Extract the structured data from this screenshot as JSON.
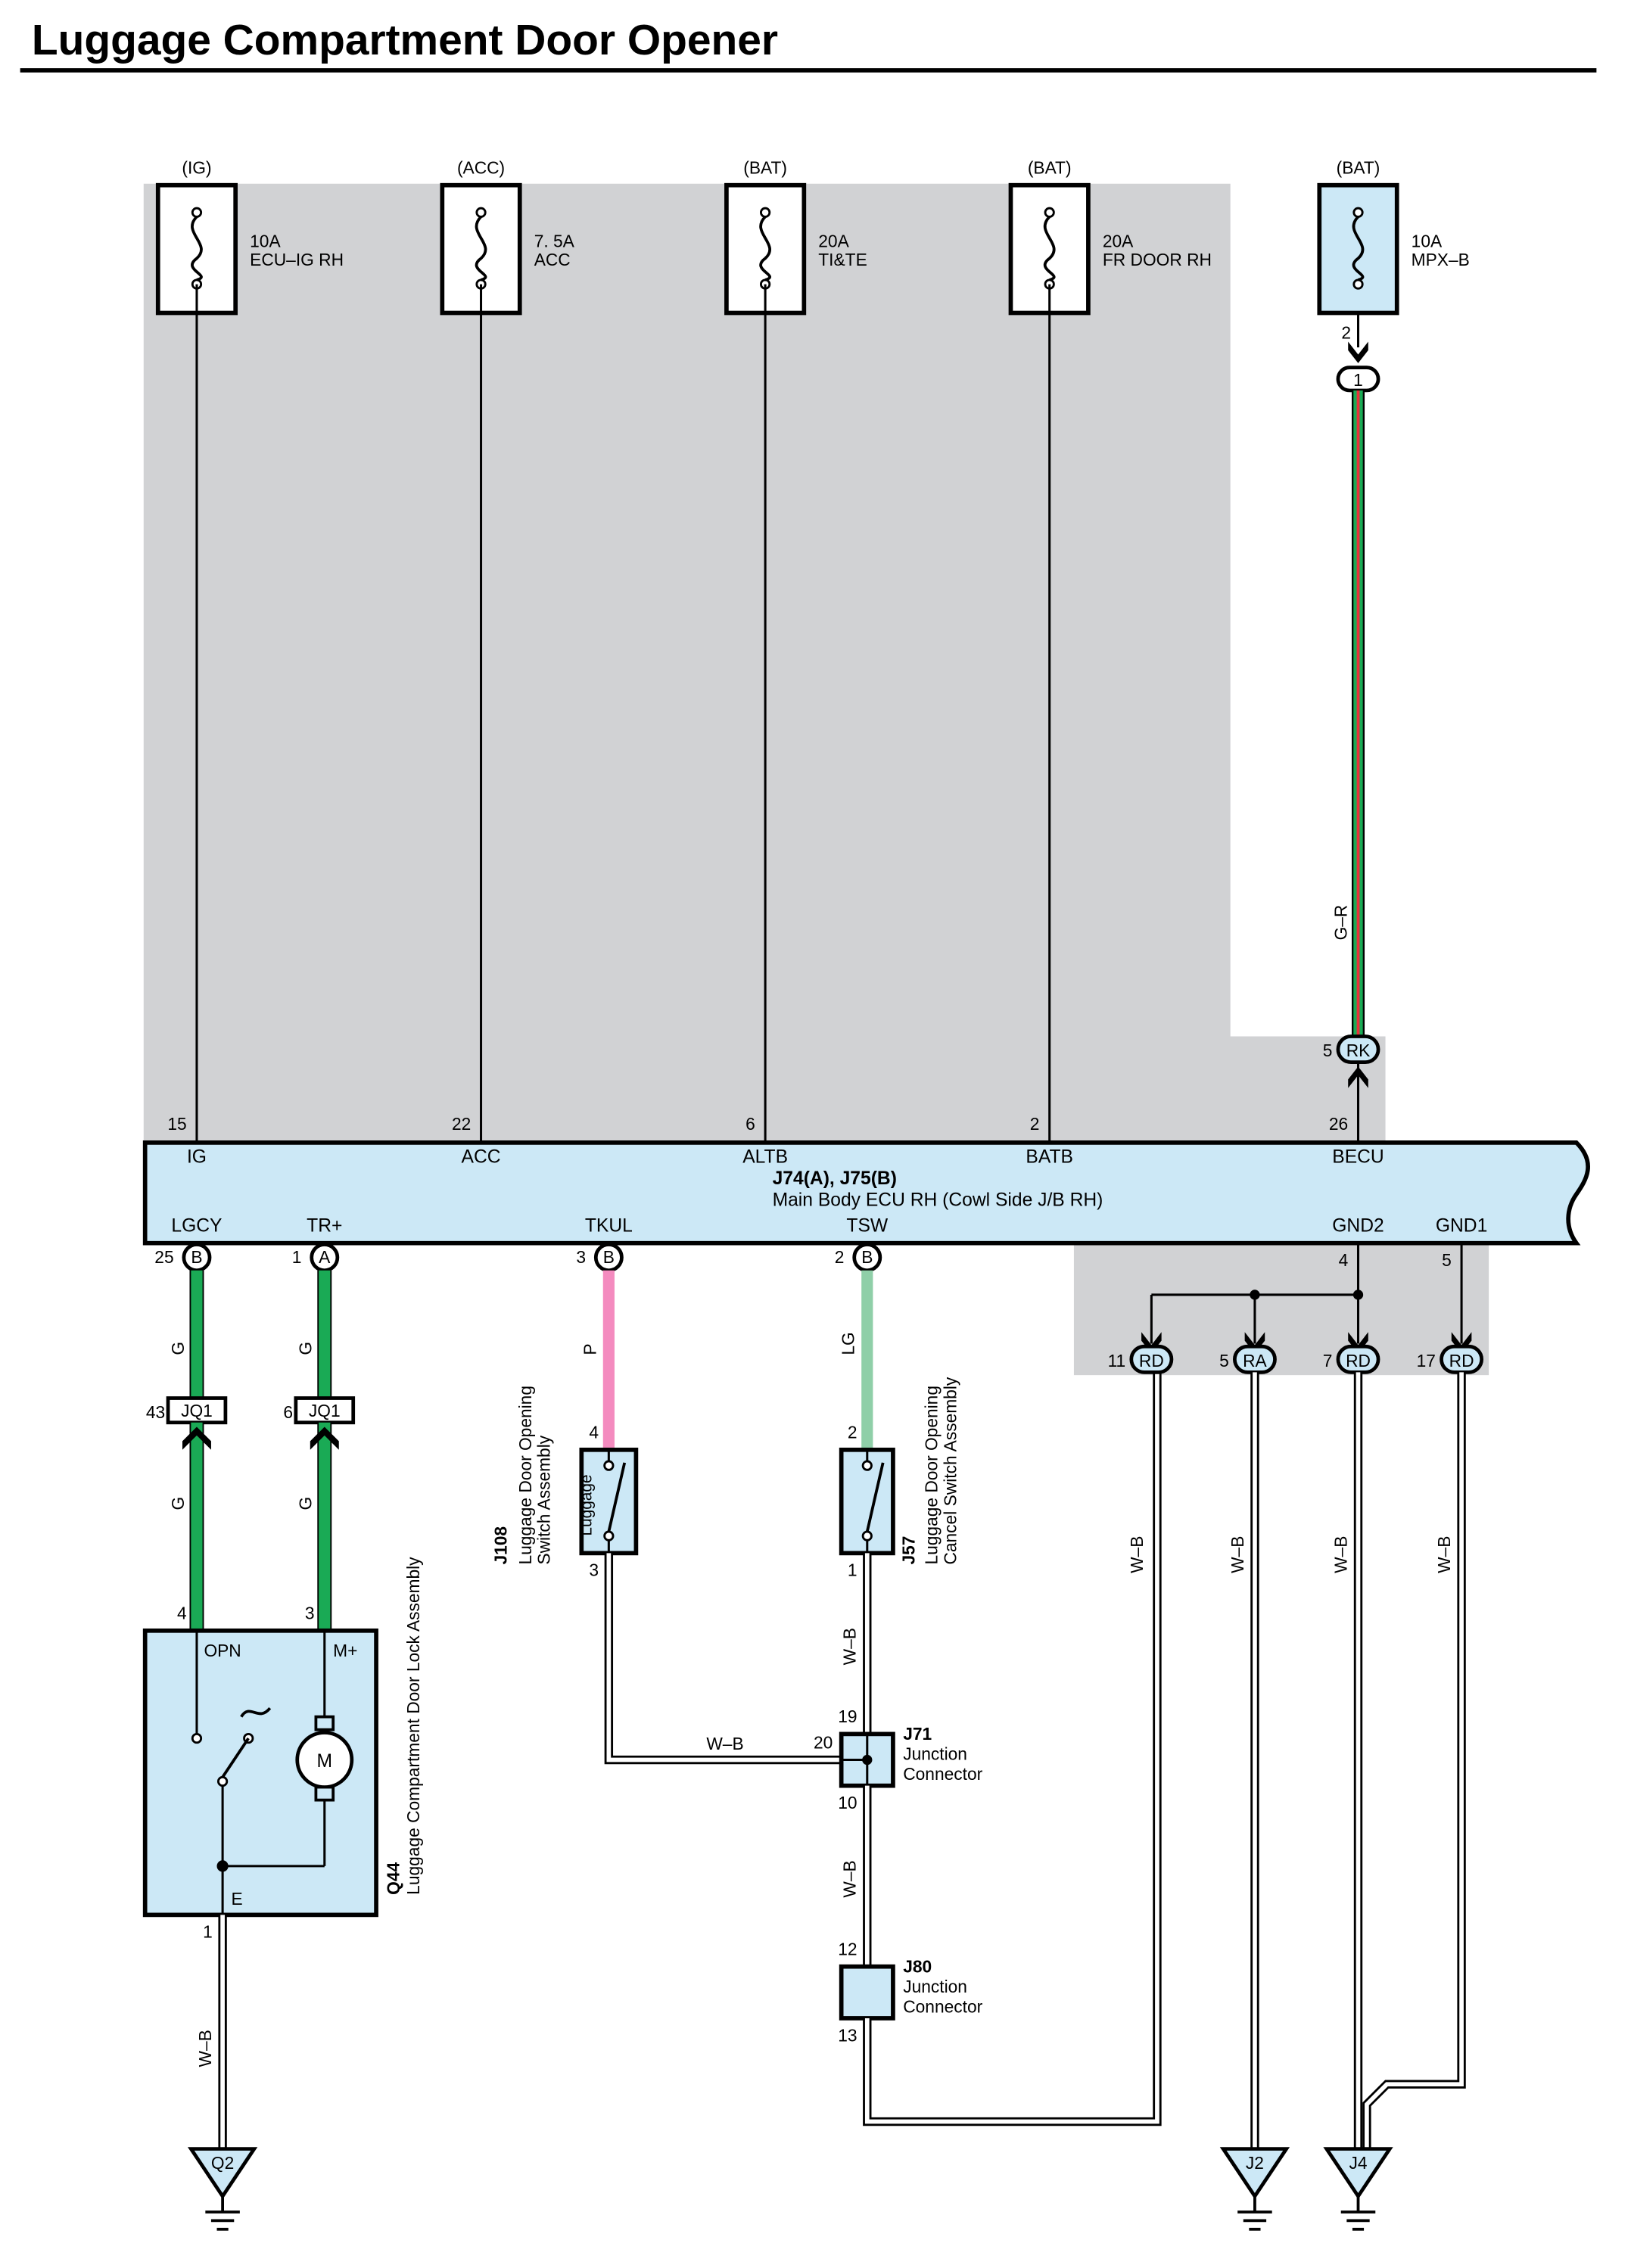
{
  "title": "Luggage Compartment Door Opener",
  "fuses": [
    {
      "source": "(IG)",
      "rating": "10A",
      "name": "ECU–IG RH"
    },
    {
      "source": "(ACC)",
      "rating": "7. 5A",
      "name": "ACC"
    },
    {
      "source": "(BAT)",
      "rating": "20A",
      "name": "TI&TE"
    },
    {
      "source": "(BAT)",
      "rating": "20A",
      "name": "FR DOOR RH"
    },
    {
      "source": "(BAT)",
      "rating": "10A",
      "name": "MPX–B",
      "pin": "2"
    }
  ],
  "ecu": {
    "code": "J74(A), J75(B)",
    "name": "Main Body ECU RH (Cowl Side J/B RH)",
    "top_pins": [
      {
        "num": "15",
        "label": "IG"
      },
      {
        "num": "22",
        "label": "ACC"
      },
      {
        "num": "6",
        "label": "ALTB"
      },
      {
        "num": "2",
        "label": "BATB"
      },
      {
        "num": "26",
        "label": "BECU"
      }
    ],
    "bottom_pins": [
      {
        "num": "25",
        "conn": "B",
        "label": "LGCY"
      },
      {
        "num": "1",
        "conn": "A",
        "label": "TR+"
      },
      {
        "num": "3",
        "conn": "B",
        "label": "TKUL"
      },
      {
        "num": "2",
        "conn": "B",
        "label": "TSW"
      },
      {
        "num": "4",
        "label": "GND2"
      },
      {
        "num": "5",
        "label": "GND1"
      }
    ]
  },
  "inline_connectors": {
    "c1": {
      "label": "1"
    },
    "rk": {
      "pin": "5",
      "label": "RK"
    },
    "jq1_a": {
      "pin": "43",
      "label": "JQ1"
    },
    "jq1_b": {
      "pin": "6",
      "label": "JQ1"
    },
    "rd_11": {
      "pin": "11",
      "label": "RD"
    },
    "ra_5": {
      "pin": "5",
      "label": "RA"
    },
    "rd_7": {
      "pin": "7",
      "label": "RD"
    },
    "rd_17": {
      "pin": "17",
      "label": "RD"
    }
  },
  "wire_colors": {
    "becu": "G–R",
    "lgcy_upper": "G",
    "lgcy_lower": "G",
    "tr_upper": "G",
    "tr_lower": "G",
    "tkul": "P",
    "tsw": "LG",
    "wb": "W–B"
  },
  "components": {
    "j108": {
      "code": "J108",
      "name_line1": "Luggage Door Opening",
      "name_line2": "Switch Assembly",
      "inner": "Luggage",
      "pin_top": "4",
      "pin_bottom": "3"
    },
    "j57": {
      "code": "J57",
      "name_line1": "Luggage Door Opening",
      "name_line2": "Cancel Switch Assembly",
      "pin_top": "2",
      "pin_bottom": "1"
    },
    "q44": {
      "code": "Q44",
      "name": "Luggage Compartment Door Lock Assembly",
      "opn": "OPN",
      "mplus": "M+",
      "e": "E",
      "motor": "M",
      "pin_opn": "4",
      "pin_mplus": "3",
      "pin_e": "1"
    },
    "j71": {
      "code": "J71",
      "name_line1": "Junction",
      "name_line2": "Connector",
      "pin_top": "19",
      "pin_left": "20",
      "pin_bottom": "10"
    },
    "j80": {
      "code": "J80",
      "name_line1": "Junction",
      "name_line2": "Connector",
      "pin_top": "12",
      "pin_bottom": "13"
    }
  },
  "grounds": {
    "q2": "Q2",
    "j2": "J2",
    "j4": "J4"
  },
  "colors": {
    "shade": "#d1d2d4",
    "component_fill": "#cce8f6",
    "wire_green": "#1aaa55",
    "wire_pink": "#f48bbf",
    "wire_light_green": "#8fcfa8",
    "wire_red": "#e8323a"
  }
}
